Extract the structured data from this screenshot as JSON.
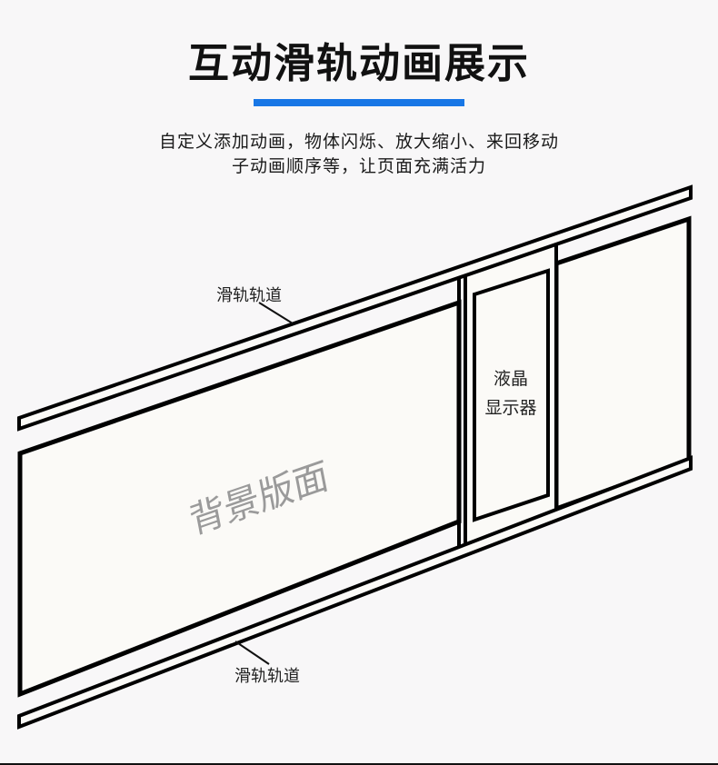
{
  "header": {
    "title": "互动滑轨动画展示",
    "accent_color": "#1877e6",
    "subtitle_line1": "自定义添加动画，物体闪烁、放大缩小、来回移动",
    "subtitle_line2": "子动画顺序等，让页面充满活力"
  },
  "diagram": {
    "top_rail_label": "滑轨轨道",
    "bottom_rail_label": "滑轨轨道",
    "background_panel_label": "背景版面",
    "lcd_label_line1": "液晶",
    "lcd_label_line2": "显示器",
    "line_color": "#000000",
    "panel_fill": "#fbfaf7",
    "watermark_color": "#9a9a9a"
  }
}
